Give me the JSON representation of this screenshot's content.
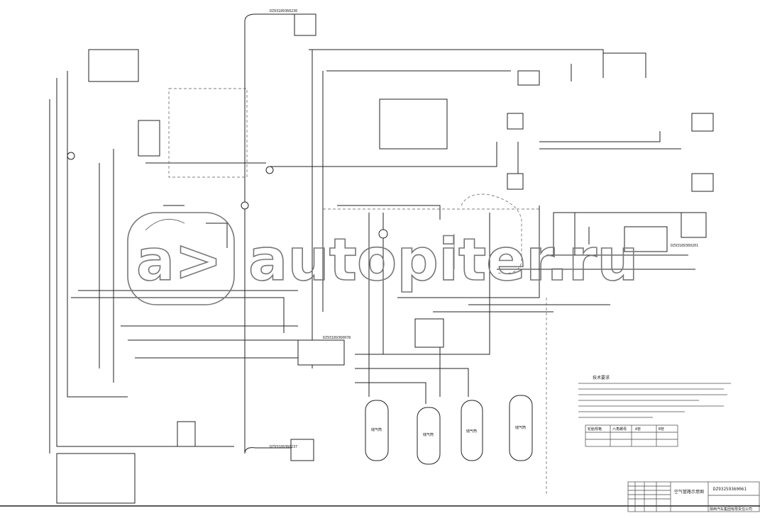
{
  "title_block": {
    "drawing_title": "空气管路示意图",
    "drawing_number": "DZ93259360061",
    "company": "陕西汽车集团有限责任公司"
  },
  "notes": {
    "heading": "技术要求",
    "table_headers": [
      "轮胎规格",
      "六角螺母",
      "A管",
      "B管"
    ]
  },
  "tanks": [
    {
      "label": "储气筒"
    },
    {
      "label": "储气筒"
    },
    {
      "label": "储气筒"
    },
    {
      "label": "储气筒"
    }
  ],
  "part_numbers": {
    "top_hose": "DZ93189360236",
    "bottom_hose": "DZ93189360237",
    "valve_center": "DZ93189360078",
    "valve_right": "DZ93189360201"
  },
  "watermark": {
    "logo": "a>",
    "text": "autopiter.ru"
  }
}
